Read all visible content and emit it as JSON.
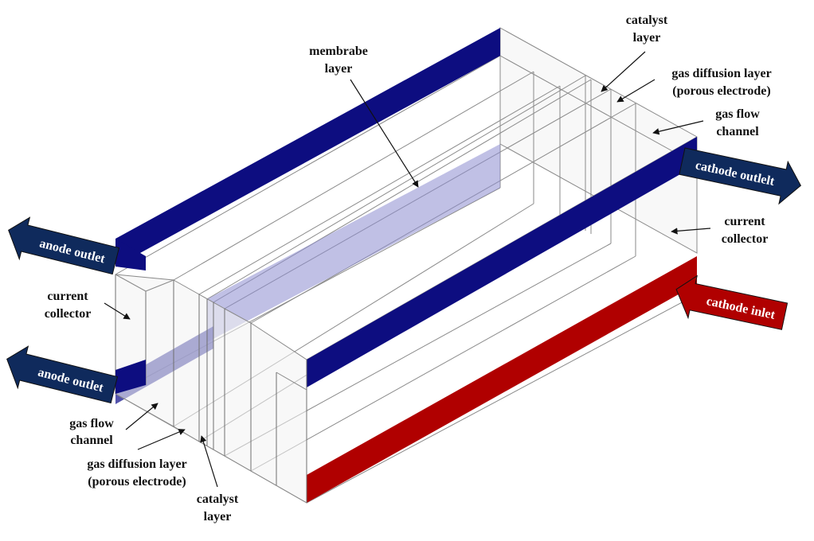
{
  "figure": {
    "title": "Single-channel PEM fuel cell geometry",
    "colors": {
      "anode_bar": "#0d0d80",
      "cathode_bar": "#0d0d80",
      "cathode_inlet_bar": "#b00000",
      "membrane": "#8c8cd0",
      "arrow_blue": "#0f2a5c",
      "arrow_red": "#b00000",
      "layer_fill": "#f2f2f2",
      "edge": "#8a8a8a"
    }
  },
  "labels": {
    "membrane": [
      "membrabe",
      "layer"
    ],
    "catalyst_top": [
      "catalyst",
      "layer"
    ],
    "gdl_top": [
      "gas diffusion layer",
      "(porous electrode)"
    ],
    "gfc_top": [
      "gas flow",
      "channel"
    ],
    "cc_right": [
      "current",
      "collector"
    ],
    "cc_left": [
      "current",
      "collector"
    ],
    "gfc_bottom": [
      "gas flow",
      "channel"
    ],
    "gdl_bottom": [
      "gas diffusion layer",
      "(porous electrode)"
    ],
    "catalyst_bottom": [
      "catalyst",
      "layer"
    ]
  },
  "flow_arrows": {
    "anode_outlet_top": "anode outlet",
    "anode_outlet_bottom": "anode outlet",
    "cathode_outlet": "cathode outlelt",
    "cathode_inlet": "cathode inlet"
  }
}
